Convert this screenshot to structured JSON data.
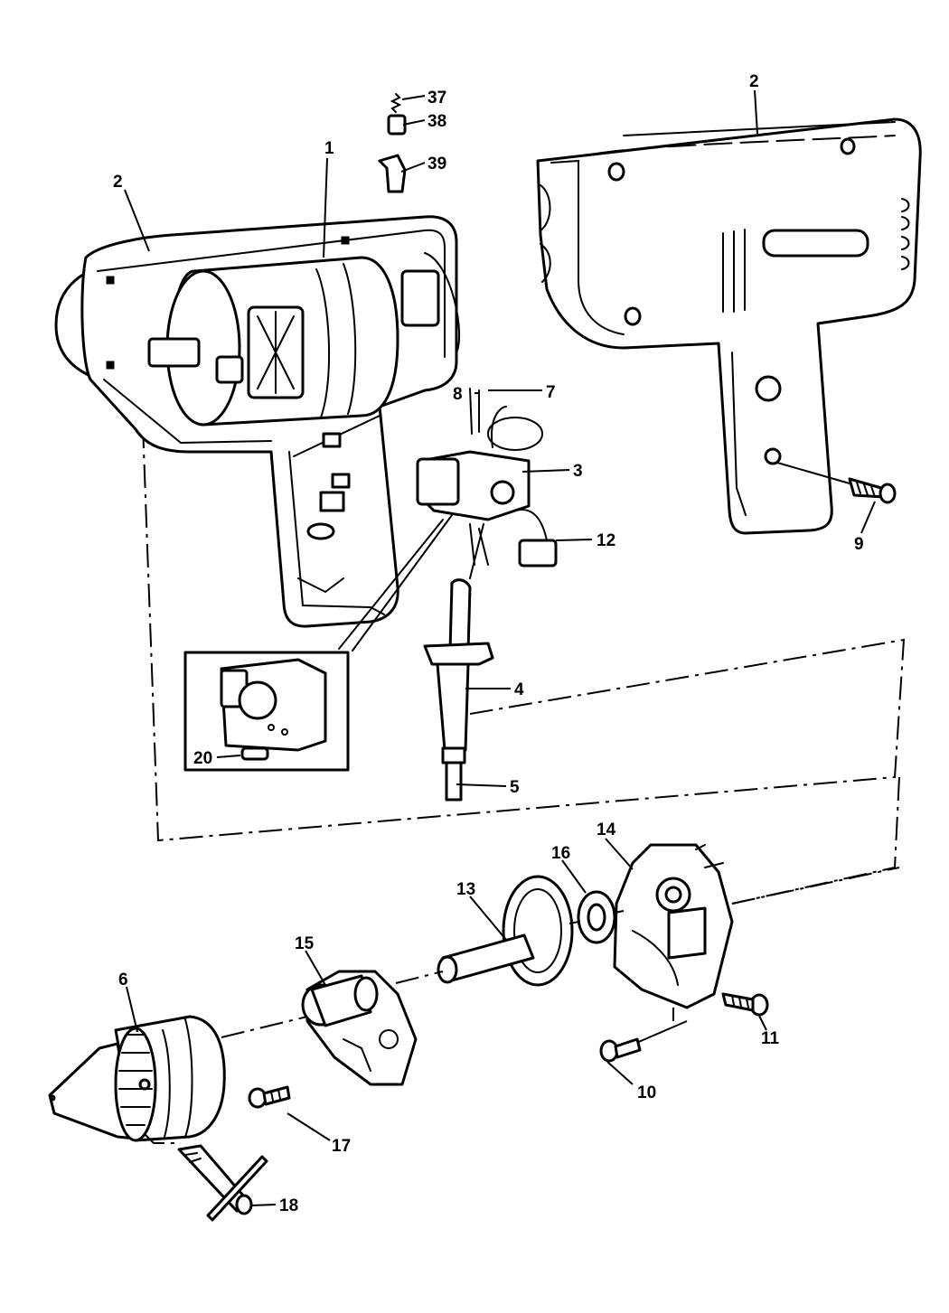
{
  "diagram": {
    "labels": {
      "p1": "1",
      "p2a": "2",
      "p2b": "2",
      "p3": "3",
      "p4": "4",
      "p5": "5",
      "p6": "6",
      "p7": "7",
      "p8": "8",
      "p9": "9",
      "p10": "10",
      "p11": "11",
      "p12": "12",
      "p13": "13",
      "p14": "14",
      "p15": "15",
      "p16": "16",
      "p17": "17",
      "p18": "18",
      "p20": "20",
      "p37": "37",
      "p38": "38",
      "p39": "39"
    }
  }
}
